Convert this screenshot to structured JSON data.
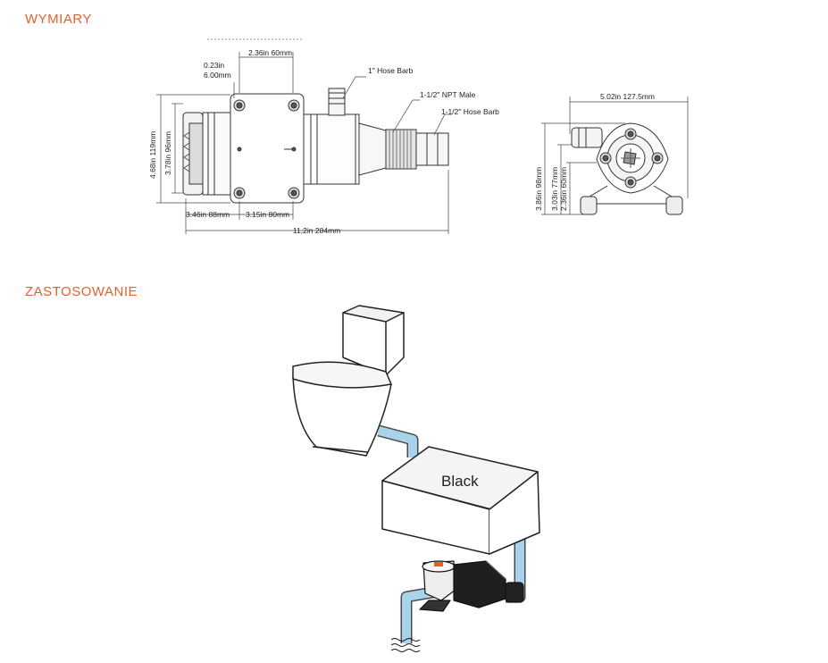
{
  "sections": {
    "dimensions_title": "WYMIARY",
    "application_title": "ZASTOSOWANIE"
  },
  "side_view": {
    "top_width": "2.36in 60mm",
    "small_offset_in": "0.23in",
    "small_offset_mm": "6.00mm",
    "height_outer": "4.68in 119mm",
    "height_inner": "3.78in 96mm",
    "bottom_left": "3.46in 88mm",
    "bottom_mid": "3.15in 80mm",
    "total_length": "11.2in 284mm",
    "callout_hose_1in": "1\" Hose Barb",
    "callout_npt": "1-1/2\" NPT Male",
    "callout_hose_15in": "1-1/2\" Hose Barb"
  },
  "end_view": {
    "width": "5.02in 127.5mm",
    "height_a": "3.86in 98mm",
    "height_b": "3.03in 77mm",
    "height_c": "2.36in 60mm"
  },
  "application": {
    "tank_label": "Black"
  },
  "colors": {
    "title": "#e0612f",
    "pipe": "#a9d3ea"
  }
}
